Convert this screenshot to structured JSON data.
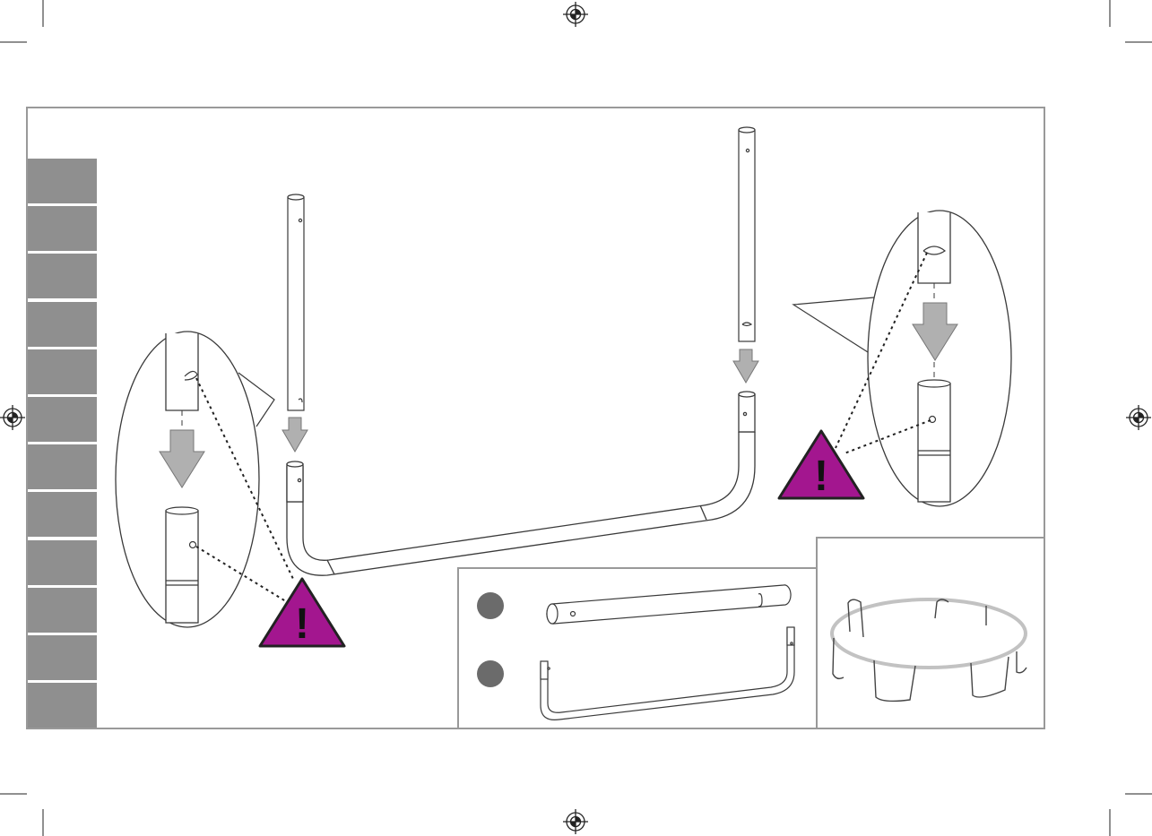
{
  "page": {
    "kind": "assembly-instruction-sheet"
  },
  "step_tabs": {
    "count": 12,
    "color": "#8f8f8f"
  },
  "colors": {
    "frame": "#999999",
    "line": "#3a3a3a",
    "arrow": "#b0b0b0",
    "warning_fill": "#a3168f",
    "part_marker": "#6b6b6b",
    "ring": "#bdbdbd"
  },
  "icons": {
    "registration_mark": "registration-crosshair-icon",
    "warning": "warning-triangle-icon",
    "insert_arrow": "down-arrow-icon"
  },
  "warning_symbol": "!",
  "parts_legend": [
    {
      "marker": "part-marker-1",
      "part": "straight-tube-with-slot"
    },
    {
      "marker": "part-marker-2",
      "part": "u-shaped-leg"
    }
  ]
}
